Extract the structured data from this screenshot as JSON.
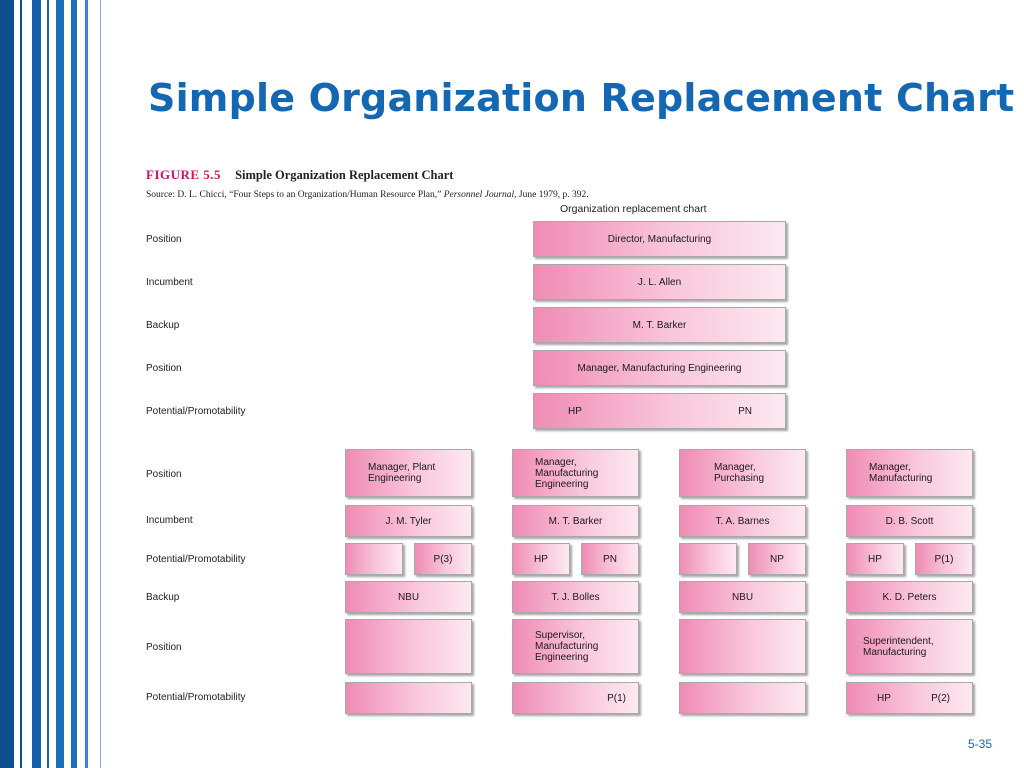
{
  "slide": {
    "title": "Simple Organization Replacement Chart",
    "page_number": "5-35"
  },
  "figure": {
    "number": "FIGURE 5.5",
    "title": "Simple Organization Replacement Chart",
    "source_prefix": "Source: D. L. Chicci, “Four Steps to an Organization/Human Resource Plan,”",
    "source_journal": "Personnel Journal,",
    "source_suffix": "June 1979, p. 392.",
    "chart_label": "Organization replacement chart"
  },
  "row_labels": {
    "top_position": "Position",
    "top_incumbent": "Incumbent",
    "top_backup": "Backup",
    "top_position2": "Position",
    "top_potential": "Potential/Promotability",
    "bottom_position": "Position",
    "bottom_incumbent": "Incumbent",
    "bottom_potential": "Potential/Promotability",
    "bottom_backup": "Backup",
    "bottom_position2": "Position",
    "bottom_potential2": "Potential/Promotability"
  },
  "top_chain": {
    "position": "Director, Manufacturing",
    "incumbent": "J. L. Allen",
    "backup": "M. T. Barker",
    "backup_position": "Manager, Manufacturing Engineering",
    "potential_left": "HP",
    "potential_right": "PN"
  },
  "columns": [
    {
      "position": "Manager, Plant Engineering",
      "incumbent": "J. M. Tyler",
      "potential_left": "",
      "potential_right": "P(3)",
      "backup": "NBU",
      "backup_position": "",
      "backup_potential_left": "",
      "backup_potential_right": ""
    },
    {
      "position": "Manager, Manufacturing Engineering",
      "incumbent": "M. T. Barker",
      "potential_left": "HP",
      "potential_right": "PN",
      "backup": "T. J. Bolles",
      "backup_position": "Supervisor, Manufacturing Engineering",
      "backup_potential_left": "",
      "backup_potential_right": "P(1)"
    },
    {
      "position": "Manager, Purchasing",
      "incumbent": "T. A. Barnes",
      "potential_left": "",
      "potential_right": "NP",
      "backup": "NBU",
      "backup_position": "",
      "backup_potential_left": "",
      "backup_potential_right": ""
    },
    {
      "position": "Manager, Manufacturing",
      "incumbent": "D. B. Scott",
      "potential_left": "HP",
      "potential_right": "P(1)",
      "backup": "K. D. Peters",
      "backup_position": "Superintendent, Manufacturing",
      "backup_potential_left": "HP",
      "backup_potential_right": "P(2)"
    }
  ]
}
